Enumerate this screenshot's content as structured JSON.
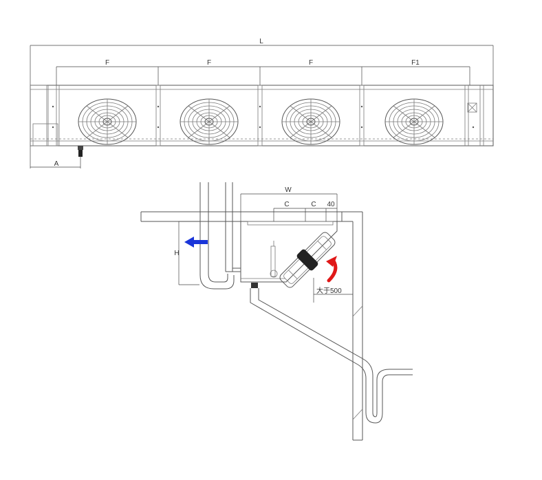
{
  "front_view": {
    "overall_length_label": "L",
    "fan_spacing_labels": [
      "F",
      "F",
      "F",
      "F1"
    ],
    "offset_label": "A",
    "fan_count": 4
  },
  "side_view": {
    "width_label": "W",
    "coil_spacing_labels": [
      "C",
      "C"
    ],
    "end_clearance_label": "40",
    "height_label": "H",
    "clearance_label": "大于500"
  },
  "colors": {
    "line": "#555555",
    "airflow_arrow": "#1a35d9",
    "clearance_arrow": "#e01818"
  }
}
